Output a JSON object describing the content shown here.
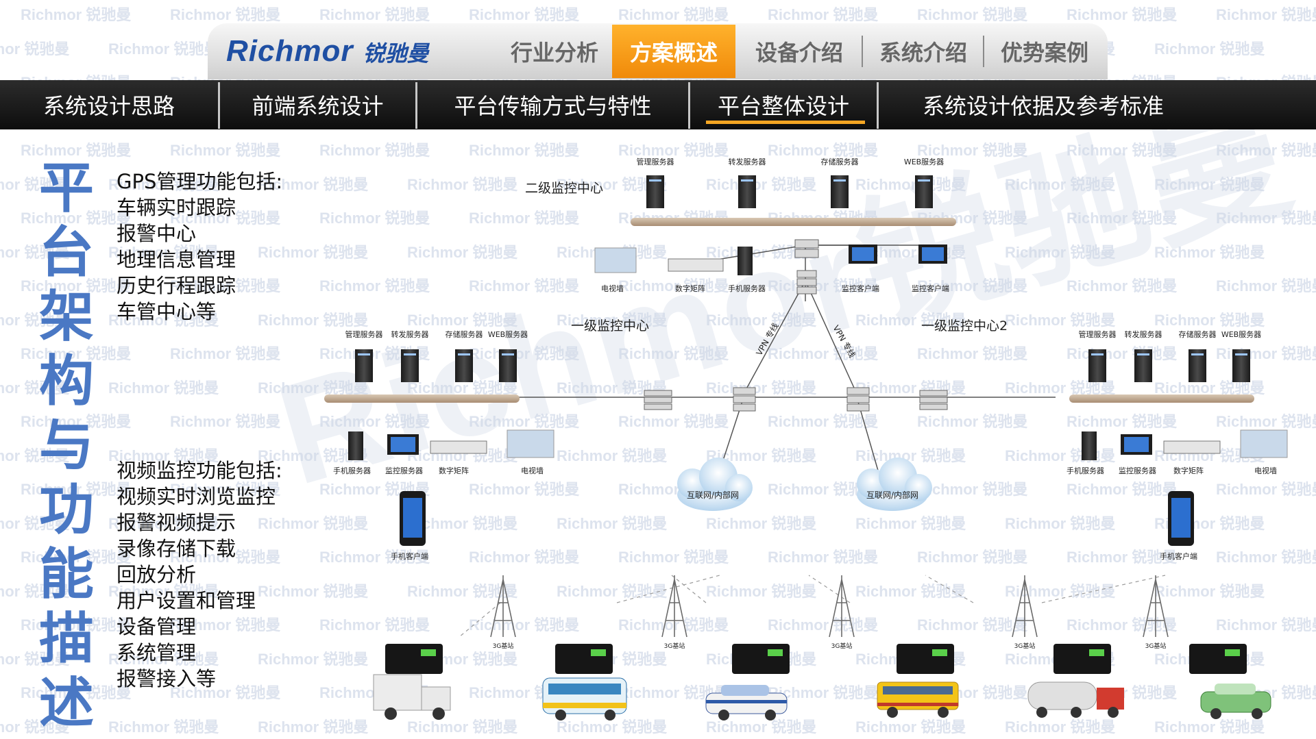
{
  "watermark": {
    "brand": "Richmor",
    "cn": "锐驰曼"
  },
  "brand": {
    "name": "Richmor",
    "cn": "锐驰曼"
  },
  "top_tabs": [
    "行业分析",
    "方案概述",
    "设备介绍",
    "系统介绍",
    "优势案例"
  ],
  "top_active": "方案概述",
  "sub_tabs": [
    "系统设计思路",
    "前端系统设计",
    "平台传输方式与特性",
    "平台整体设计",
    "系统设计依据及参考标准"
  ],
  "sub_active": "平台整体设计",
  "vertical_title": [
    "平",
    "台",
    "架",
    "构",
    "与",
    "功",
    "能",
    "描",
    "述"
  ],
  "gps": {
    "heading": "GPS管理功能包括:",
    "items": [
      "车辆实时跟踪",
      "报警中心",
      "地理信息管理",
      "历史行程跟踪",
      "车管中心等"
    ]
  },
  "video": {
    "heading": "视频监控功能包括:",
    "items": [
      "视频实时浏览监控",
      "报警视频提示",
      "录像存储下载",
      "回放分析",
      "用户设置和管理",
      "设备管理",
      "系统管理",
      "报警接入等"
    ]
  },
  "diagram": {
    "center_top": {
      "title": "二级监控中心",
      "servers": [
        "管理服务器",
        "转发服务器",
        "存储服务器",
        "WEB服务器"
      ],
      "devices": [
        "电视墙",
        "数字矩阵",
        "手机服务器",
        "监控客户端",
        "监控客户端"
      ]
    },
    "left_center": {
      "title": "一级监控中心",
      "servers": [
        "管理服务器",
        "转发服务器",
        "存储服务器",
        "WEB服务器"
      ],
      "devices": [
        "手机服务器",
        "监控服务器",
        "数字矩阵",
        "电视墙"
      ],
      "mobile": "手机客户端"
    },
    "right_center": {
      "title": "一级监控中心2",
      "servers": [
        "管理服务器",
        "转发服务器",
        "存储服务器",
        "WEB服务器"
      ],
      "devices": [
        "手机服务器",
        "监控服务器",
        "数字矩阵",
        "电视墙"
      ],
      "mobile": "手机客户端"
    },
    "vpn": [
      "VPN 专线",
      "VPN 专线"
    ],
    "clouds": [
      "互联网/内部网",
      "互联网/内部网"
    ],
    "base_station": "3G基站",
    "vehicles": [
      "truck",
      "bus",
      "police-car",
      "school-bus",
      "tanker-truck",
      "taxi"
    ]
  },
  "colors": {
    "accent": "#f5a623",
    "brand": "#1f4fa3",
    "title": "#4a78c4",
    "nav_dark": "#111111"
  }
}
